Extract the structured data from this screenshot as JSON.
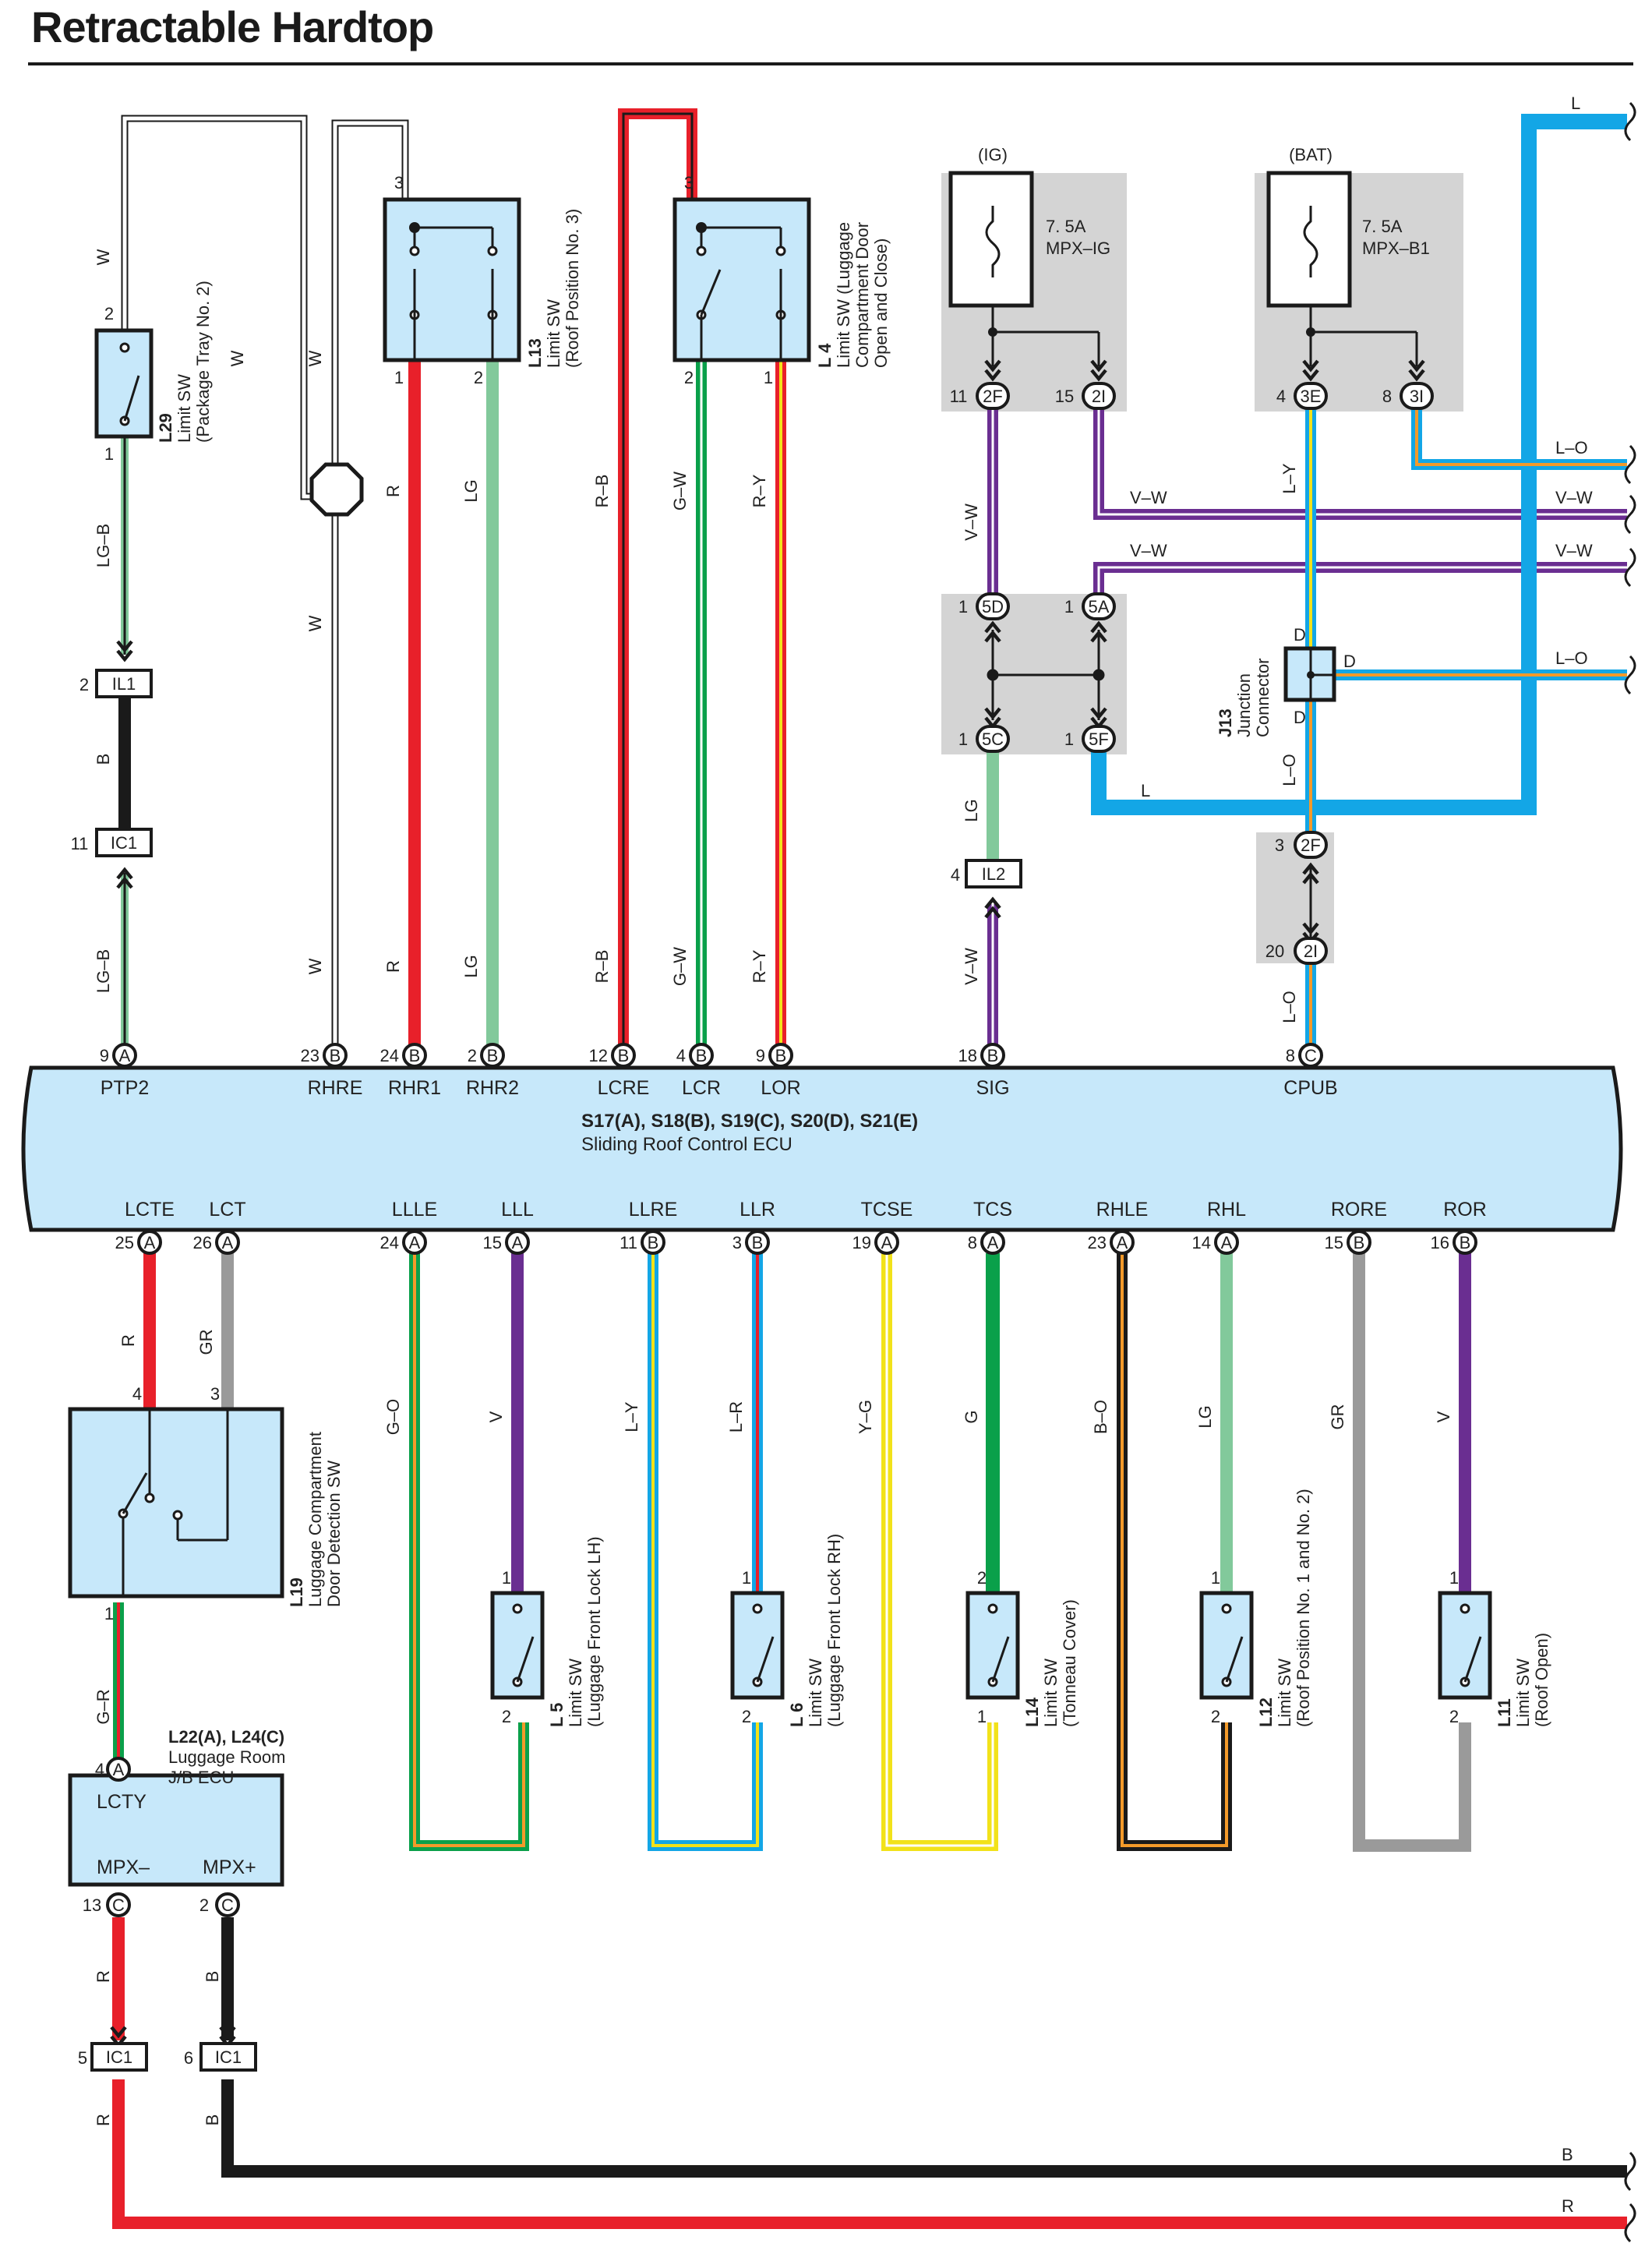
{
  "title": "Retractable Hardtop",
  "colors": {
    "R": "#e8202a",
    "B": "#1a1a1a",
    "W": "#ffffff",
    "LG": "#82c99b",
    "G": "#0aa04a",
    "V": "#6a2e91",
    "GR": "#9a9a9a",
    "L": "#13a6e6",
    "Y": "#f2e21a",
    "O": "#f39a2a",
    "box": "#c7e8fa",
    "shade": "#d4d4d4"
  },
  "ecu": {
    "title": "S17(A), S18(B), S19(C), S20(D), S21(E)",
    "name": "Sliding Roof Control ECU",
    "top_terms": [
      {
        "sig": "PTP2",
        "pin": "9",
        "conn": "A"
      },
      {
        "sig": "RHRE",
        "pin": "23",
        "conn": "B"
      },
      {
        "sig": "RHR1",
        "pin": "24",
        "conn": "B"
      },
      {
        "sig": "RHR2",
        "pin": "2",
        "conn": "B"
      },
      {
        "sig": "LCRE",
        "pin": "12",
        "conn": "B"
      },
      {
        "sig": "LCR",
        "pin": "4",
        "conn": "B"
      },
      {
        "sig": "LOR",
        "pin": "9",
        "conn": "B"
      },
      {
        "sig": "SIG",
        "pin": "18",
        "conn": "B"
      },
      {
        "sig": "CPUB",
        "pin": "8",
        "conn": "C"
      }
    ],
    "bottom_terms": [
      {
        "sig": "LCTE",
        "pin": "25",
        "conn": "A"
      },
      {
        "sig": "LCT",
        "pin": "26",
        "conn": "A"
      },
      {
        "sig": "LLLE",
        "pin": "24",
        "conn": "A"
      },
      {
        "sig": "LLL",
        "pin": "15",
        "conn": "A"
      },
      {
        "sig": "LLRE",
        "pin": "11",
        "conn": "B"
      },
      {
        "sig": "LLR",
        "pin": "3",
        "conn": "B"
      },
      {
        "sig": "TCSE",
        "pin": "19",
        "conn": "A"
      },
      {
        "sig": "TCS",
        "pin": "8",
        "conn": "A"
      },
      {
        "sig": "RHLE",
        "pin": "23",
        "conn": "A"
      },
      {
        "sig": "RHL",
        "pin": "14",
        "conn": "A"
      },
      {
        "sig": "RORE",
        "pin": "15",
        "conn": "B"
      },
      {
        "sig": "ROR",
        "pin": "16",
        "conn": "B"
      }
    ]
  },
  "components": {
    "l29": {
      "id": "L29",
      "line1": "Limit SW",
      "line2": "(Package Tray No. 2)"
    },
    "l13": {
      "id": "L13",
      "line1": "Limit SW",
      "line2": "(Roof Position No. 3)"
    },
    "l4": {
      "id": "L 4",
      "line1": "Limit SW (Luggage",
      "line2": "Compartment Door",
      "line3": "Open and Close)"
    },
    "j13": {
      "id": "J13",
      "line1": "Junction",
      "line2": "Connector"
    },
    "l19": {
      "id": "L19",
      "line1": "Luggage Compartment",
      "line2": "Door Detection SW"
    },
    "l5": {
      "id": "L 5",
      "line1": "Limit SW",
      "line2": "(Luggage Front Lock LH)"
    },
    "l6": {
      "id": "L 6",
      "line1": "Limit SW",
      "line2": "(Luggage Front Lock RH)"
    },
    "l14": {
      "id": "L14",
      "line1": "Limit SW",
      "line2": "(Tonneau Cover)"
    },
    "l12": {
      "id": "L12",
      "line1": "Limit SW",
      "line2": "(Roof Position No. 1 and No. 2)"
    },
    "l11": {
      "id": "L11",
      "line1": "Limit SW",
      "line2": "(Roof Open)"
    },
    "l22": {
      "id": "L22(A), L24(C)",
      "line1": "Luggage Room",
      "line2": "J/B ECU",
      "term_lcty": "LCTY",
      "term_mpxm": "MPX–",
      "term_mpxp": "MPX+"
    }
  },
  "fuses": {
    "ig": {
      "src": "(IG)",
      "amp": "7. 5A",
      "name": "MPX–IG"
    },
    "bat": {
      "src": "(BAT)",
      "amp": "7. 5A",
      "name": "MPX–B1"
    }
  },
  "wire_labels": {
    "W": "W",
    "LGB": "LG–B",
    "B": "B",
    "R": "R",
    "LG": "LG",
    "RB": "R–B",
    "GW": "G–W",
    "RY": "R–Y",
    "VW": "V–W",
    "LO": "L–O",
    "L": "L",
    "LY": "L–Y",
    "GO": "G–O",
    "V": "V",
    "GR": "GR",
    "LR": "L–R",
    "YG": "Y–G",
    "G": "G",
    "BO": "B–O",
    "D": "D",
    "GRd": "G–R"
  },
  "connectors": {
    "IL1": "IL1",
    "IC1": "IC1",
    "IL2": "IL2",
    "c2F": "2F",
    "c2I": "2I",
    "c3E": "3E",
    "c3I": "3I",
    "c5D": "5D",
    "c5A": "5A",
    "c5C": "5C",
    "c5F": "5F",
    "A": "A",
    "B": "B",
    "C": "C"
  },
  "pins": {
    "p1": "1",
    "p2": "2",
    "p3": "3",
    "p4": "4",
    "p5": "5",
    "p6": "6",
    "p8": "8",
    "p11": "11",
    "p13": "13",
    "p15": "15",
    "p20": "20"
  }
}
